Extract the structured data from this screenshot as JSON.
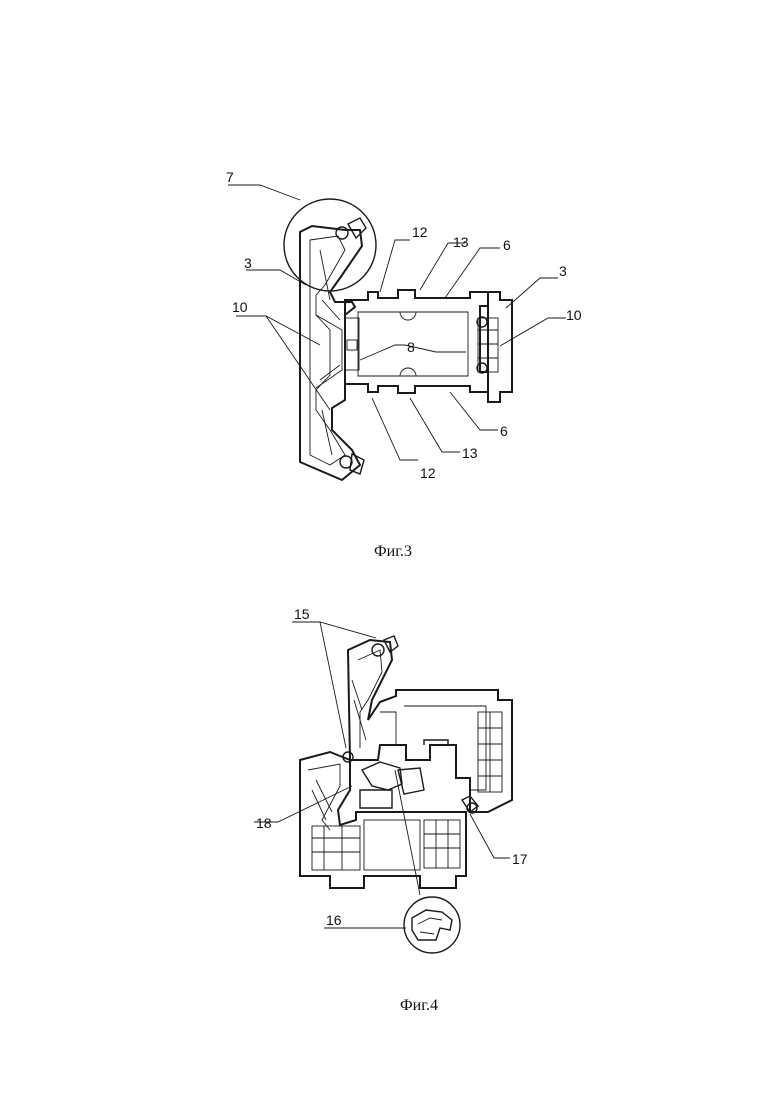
{
  "figures": [
    {
      "caption": "Фиг.3",
      "labels": [
        "7",
        "3",
        "10",
        "12",
        "13",
        "6",
        "3",
        "10",
        "8",
        "12",
        "13",
        "6"
      ]
    },
    {
      "caption": "Фиг.4",
      "labels": [
        "15",
        "18",
        "17",
        "16"
      ]
    }
  ]
}
